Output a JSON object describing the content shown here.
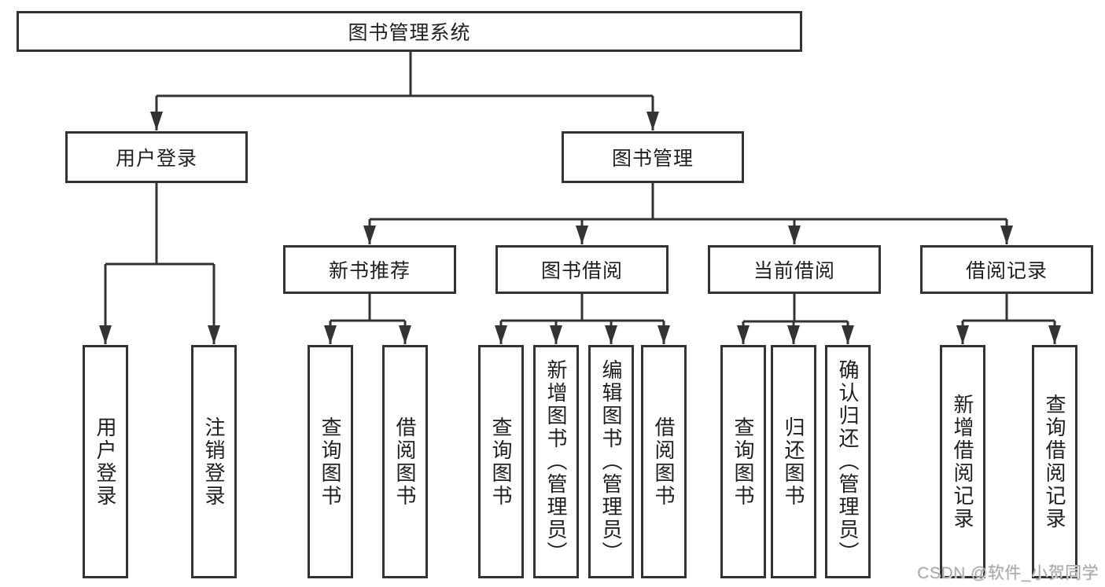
{
  "colors": {
    "line": "#333333",
    "text": "#1f1f1f",
    "box_bg": "#ffffff",
    "watermark": "#a8a8a8",
    "background": "#ffffff"
  },
  "watermark": {
    "text": "CSDN @软件_小贺同学"
  },
  "tree": {
    "label": "图书管理系统",
    "children": [
      {
        "label": "用户登录",
        "children": [
          {
            "label": "用户登录"
          },
          {
            "label": "注销登录"
          }
        ]
      },
      {
        "label": "图书管理",
        "children": [
          {
            "label": "新书推荐",
            "children": [
              {
                "label": "查询图书"
              },
              {
                "label": "借阅图书"
              }
            ]
          },
          {
            "label": "图书借阅",
            "children": [
              {
                "label": "查询图书"
              },
              {
                "label": "新增图书（管理员）"
              },
              {
                "label": "编辑图书（管理员）"
              },
              {
                "label": "借阅图书"
              }
            ]
          },
          {
            "label": "当前借阅",
            "children": [
              {
                "label": "查询图书"
              },
              {
                "label": "归还图书"
              },
              {
                "label": "确认归还（管理员）"
              }
            ]
          },
          {
            "label": "借阅记录",
            "children": [
              {
                "label": "新增借阅记录"
              },
              {
                "label": "查询借阅记录"
              }
            ]
          }
        ]
      }
    ]
  }
}
